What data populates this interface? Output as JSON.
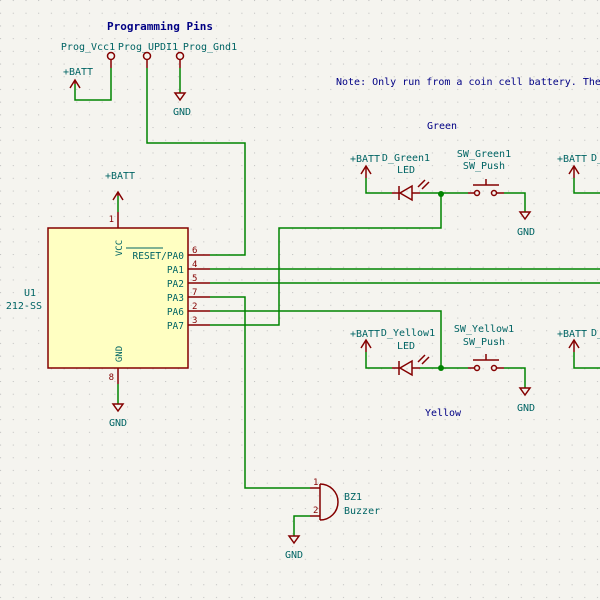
{
  "title": "Programming Pins",
  "note": "Note: Only run from a coin cell battery. There is",
  "labels": {
    "green": "Green",
    "yellow": "Yellow"
  },
  "power": {
    "batt": "+BATT",
    "gnd": "GND"
  },
  "connectors": {
    "vcc": "Prog_Vcc1",
    "updi": "Prog_UPDI1",
    "gnd": "Prog_Gnd1"
  },
  "mcu": {
    "ref": "U1",
    "value": "212-SS",
    "vcc_pin_label": "VCC",
    "gnd_pin_label": "GND",
    "vcc_pin_num": "1",
    "gnd_pin_num": "8",
    "pins": [
      {
        "num": "6",
        "name": "RESET/PA0"
      },
      {
        "num": "4",
        "name": "PA1"
      },
      {
        "num": "5",
        "name": "PA2"
      },
      {
        "num": "7",
        "name": "PA3"
      },
      {
        "num": "2",
        "name": "PA6"
      },
      {
        "num": "3",
        "name": "PA7"
      }
    ]
  },
  "green_led": {
    "ref": "D_Green1",
    "value": "LED"
  },
  "green_sw": {
    "ref": "SW_Green1",
    "value": "SW_Push"
  },
  "yellow_led": {
    "ref": "D_Yellow1",
    "value": "LED"
  },
  "yellow_sw": {
    "ref": "SW_Yellow1",
    "value": "SW_Push"
  },
  "right_green_led_ref": "D_",
  "right_yellow_led_ref": "D_",
  "buzzer": {
    "ref": "BZ1",
    "value": "Buzzer",
    "pin1": "1",
    "pin2": "2"
  },
  "colors": {
    "background": "#f5f4ef",
    "wire": "#008400",
    "symbol": "#840000",
    "text": "#006464",
    "note_text": "#000084",
    "ic_fill": "#ffffc2"
  }
}
